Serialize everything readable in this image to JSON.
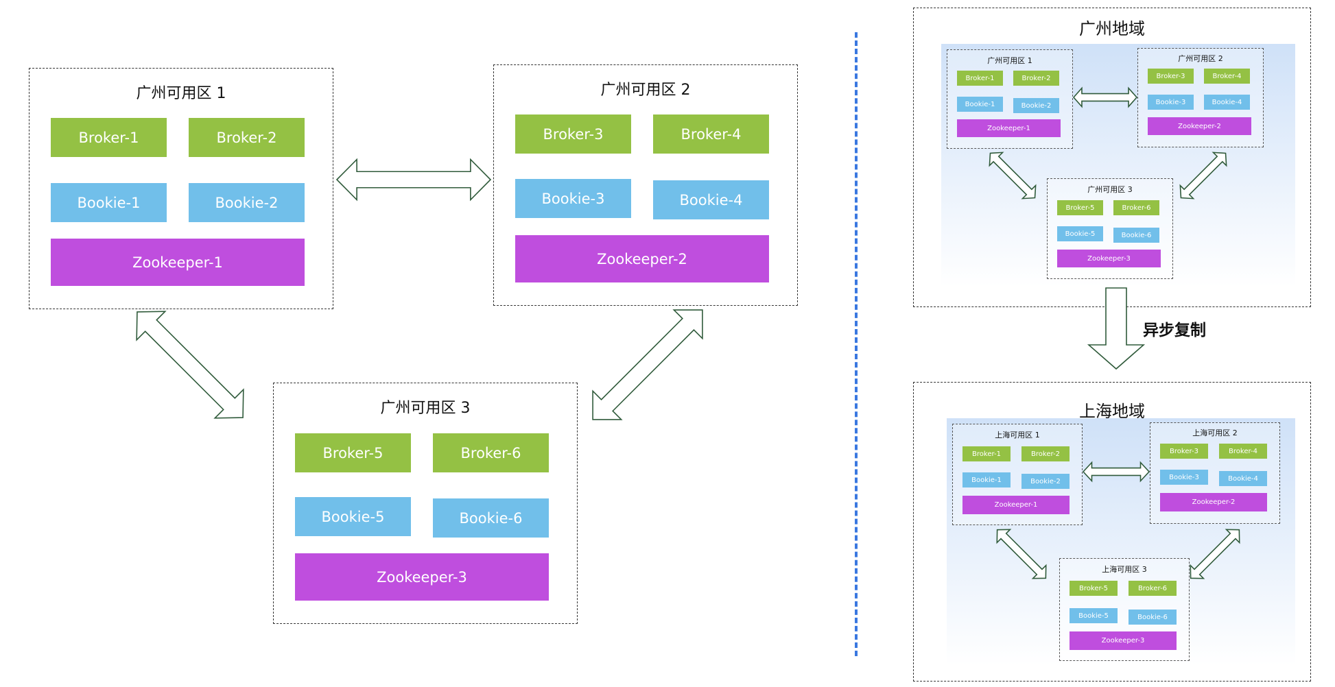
{
  "left": {
    "zones": [
      {
        "title": "广州可用区 1",
        "brokers": [
          "Broker-1",
          "Broker-2"
        ],
        "bookies": [
          "Bookie-1",
          "Bookie-2"
        ],
        "zookeeper": "Zookeeper-1"
      },
      {
        "title": "广州可用区 2",
        "brokers": [
          "Broker-3",
          "Broker-4"
        ],
        "bookies": [
          "Bookie-3",
          "Bookie-4"
        ],
        "zookeeper": "Zookeeper-2"
      },
      {
        "title": "广州可用区 3",
        "brokers": [
          "Broker-5",
          "Broker-6"
        ],
        "bookies": [
          "Bookie-5",
          "Bookie-6"
        ],
        "zookeeper": "Zookeeper-3"
      }
    ]
  },
  "right": {
    "guangzhou": {
      "title": "广州地域",
      "zones": [
        {
          "title": "广州可用区 1",
          "brokers": [
            "Broker-1",
            "Broker-2"
          ],
          "bookies": [
            "Bookie-1",
            "Bookie-2"
          ],
          "zookeeper": "Zookeeper-1"
        },
        {
          "title": "广州可用区 2",
          "brokers": [
            "Broker-3",
            "Broker-4"
          ],
          "bookies": [
            "Bookie-3",
            "Bookie-4"
          ],
          "zookeeper": "Zookeeper-2"
        },
        {
          "title": "广州可用区 3",
          "brokers": [
            "Broker-5",
            "Broker-6"
          ],
          "bookies": [
            "Bookie-5",
            "Bookie-6"
          ],
          "zookeeper": "Zookeeper-3"
        }
      ]
    },
    "replication_label": "异步复制",
    "shanghai": {
      "title": "上海地域",
      "zones": [
        {
          "title": "上海可用区 1",
          "brokers": [
            "Broker-1",
            "Broker-2"
          ],
          "bookies": [
            "Bookie-1",
            "Bookie-2"
          ],
          "zookeeper": "Zookeeper-1"
        },
        {
          "title": "上海可用区 2",
          "brokers": [
            "Broker-3",
            "Broker-4"
          ],
          "bookies": [
            "Bookie-3",
            "Bookie-4"
          ],
          "zookeeper": "Zookeeper-2"
        },
        {
          "title": "上海可用区 3",
          "brokers": [
            "Broker-5",
            "Broker-6"
          ],
          "bookies": [
            "Bookie-5",
            "Bookie-6"
          ],
          "zookeeper": "Zookeeper-3"
        }
      ]
    }
  },
  "colors": {
    "broker": "#94c144",
    "bookie": "#71bfea",
    "zookeeper": "#bf4ede",
    "divider": "#3a78e0",
    "arrow_stroke": "#2f5a3a"
  }
}
